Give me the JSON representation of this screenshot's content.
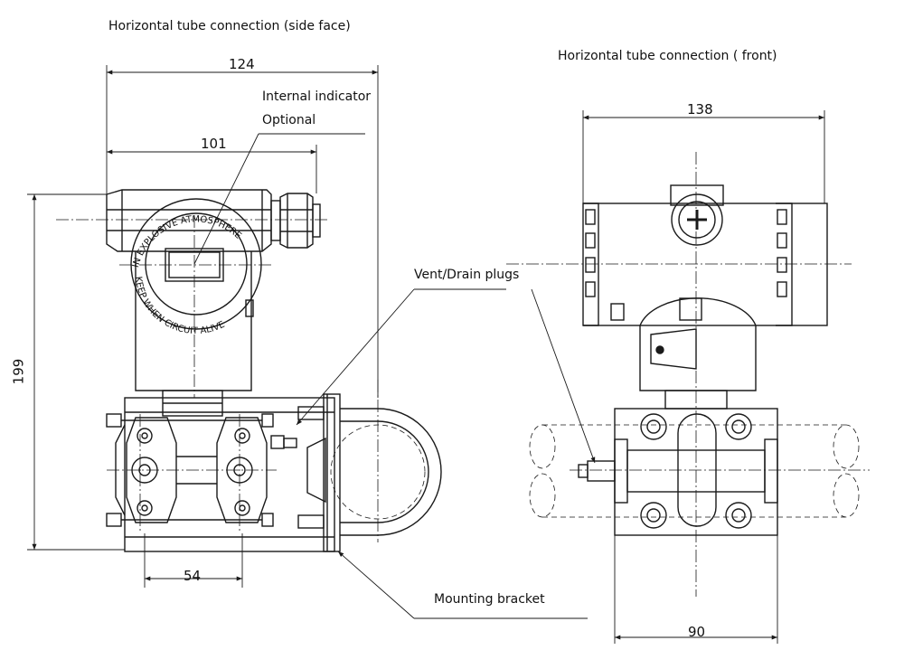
{
  "titles": {
    "side": "Horizontal tube connection (side face)",
    "front": "Horizontal tube connection ( front)"
  },
  "callouts": {
    "indicator": "Internal indicator",
    "optional": "Optional",
    "vent": "Vent/Drain plugs",
    "bracket": "Mounting bracket"
  },
  "ring_text": {
    "top": "IN EXPLOSIVE ATMOSPHERE",
    "bottom": "KEEP WHEN CIRCUIT ALIVE"
  },
  "dimensions": {
    "side_width": "124",
    "side_housing": "101",
    "side_height": "199",
    "side_flange": "54",
    "front_width": "138",
    "front_base": "90"
  },
  "colors": {
    "line": "#1a1a1a",
    "background": "#ffffff"
  }
}
